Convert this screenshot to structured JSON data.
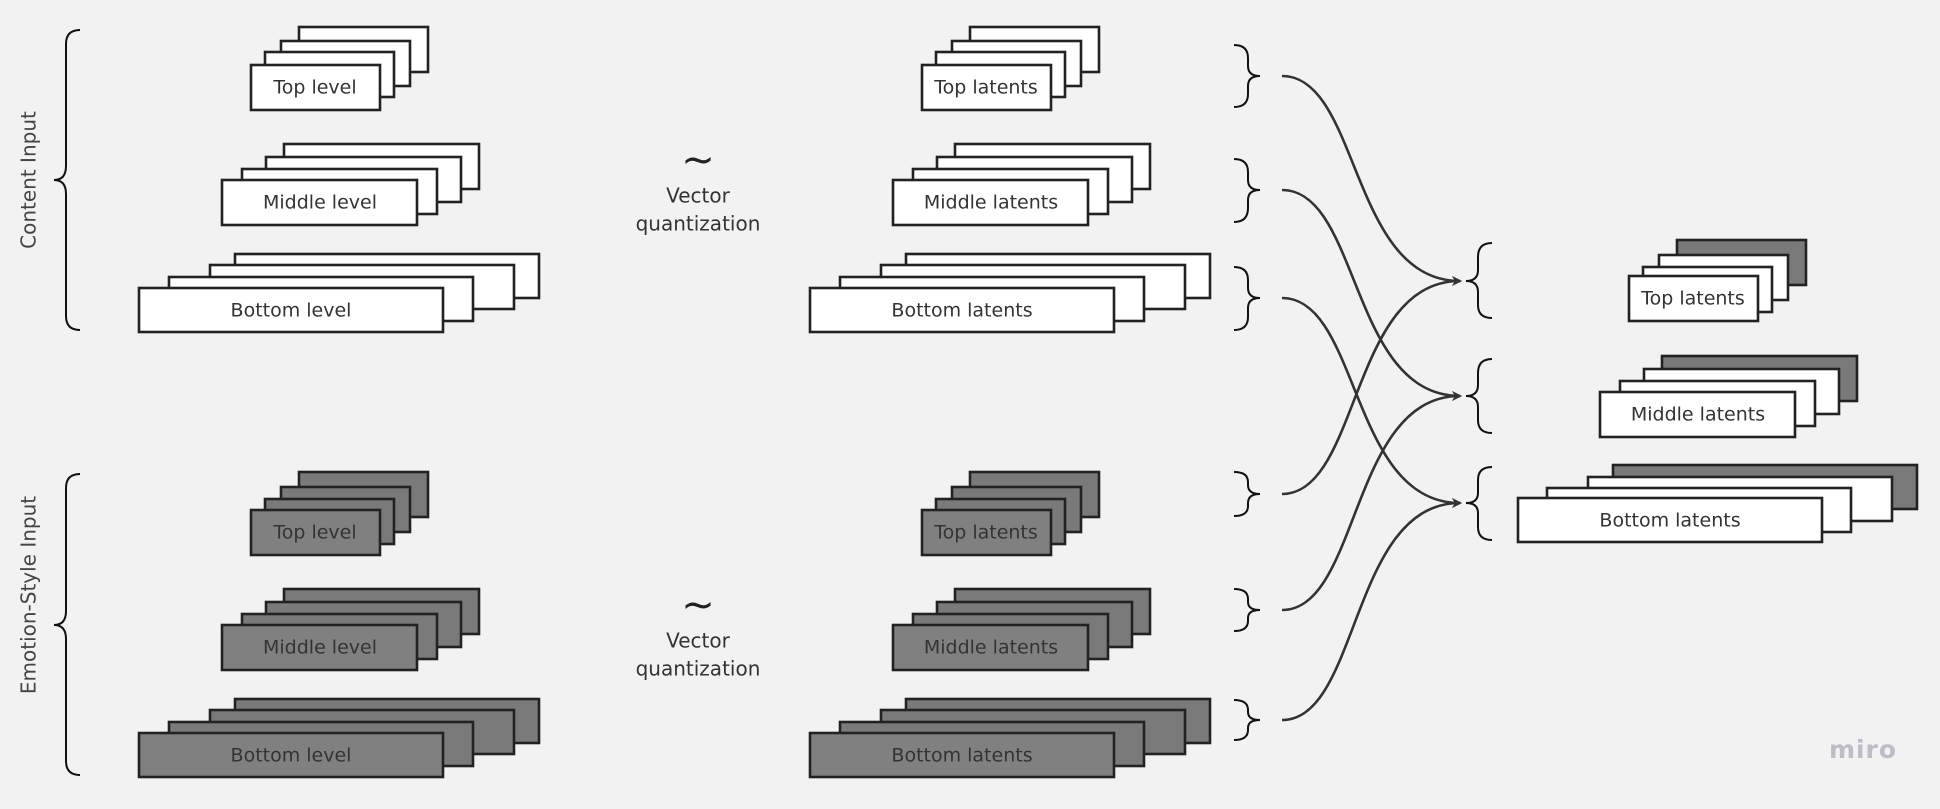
{
  "colors": {
    "background": "#f2f2f2",
    "card_white": "#ffffff",
    "card_gray": "#808080",
    "card_back_gray": "#7a7a7a",
    "stroke": "#222222",
    "text": "#333333",
    "watermark": "#bdbdc7"
  },
  "sections": {
    "content": "Content Input",
    "emotion": "Emotion-Style Input"
  },
  "levels": {
    "top": "Top level",
    "middle": "Middle level",
    "bottom": "Bottom level"
  },
  "latents": {
    "top": "Top latents",
    "middle": "Middle latents",
    "bottom": "Bottom latents"
  },
  "vq": {
    "symbol": "~",
    "line1": "Vector",
    "line2": "quantization"
  },
  "watermark": "miro"
}
